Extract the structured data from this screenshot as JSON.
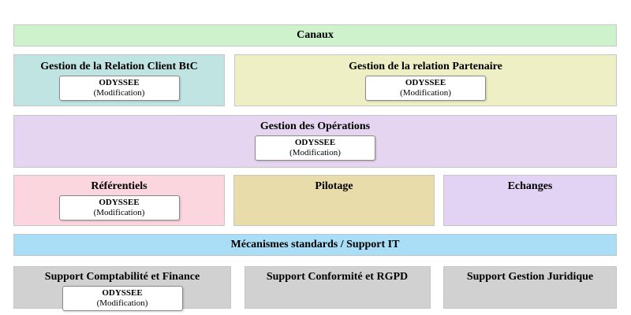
{
  "colors": {
    "canaux": "#cdf2cc",
    "crm_btc": "#bfe4e2",
    "partenaire": "#eeefc5",
    "operations": "#e6d5f0",
    "referentiels": "#fcd6de",
    "pilotage": "#e9dcab",
    "echanges": "#e2d2f4",
    "support_it": "#aadef6",
    "support_gray": "#d1d1d1",
    "block_border": "#c6c6c6",
    "app_box_border": "#8a8a8a",
    "app_box_bg": "#ffffff",
    "text": "#000000"
  },
  "blocks": {
    "canaux": {
      "title": "Canaux"
    },
    "crm_btc": {
      "title": "Gestion de la Relation Client BtC",
      "app": {
        "name": "ODYSSEE",
        "status": "(Modification)"
      }
    },
    "partenaire": {
      "title": "Gestion de la relation Partenaire",
      "app": {
        "name": "ODYSSEE",
        "status": "(Modification)"
      }
    },
    "operations": {
      "title": "Gestion des Opérations",
      "app": {
        "name": "ODYSSEE",
        "status": "(Modification)"
      }
    },
    "referentiels": {
      "title": "Référentiels",
      "app": {
        "name": "ODYSSEE",
        "status": "(Modification)"
      }
    },
    "pilotage": {
      "title": "Pilotage"
    },
    "echanges": {
      "title": "Echanges"
    },
    "support_it": {
      "title": "Mécanismes standards / Support IT"
    },
    "compta": {
      "title": "Support Comptabilité et Finance",
      "app": {
        "name": "ODYSSEE",
        "status": "(Modification)"
      }
    },
    "conformite": {
      "title": "Support Conformité et RGPD"
    },
    "juridique": {
      "title": "Support Gestion Juridique"
    }
  }
}
